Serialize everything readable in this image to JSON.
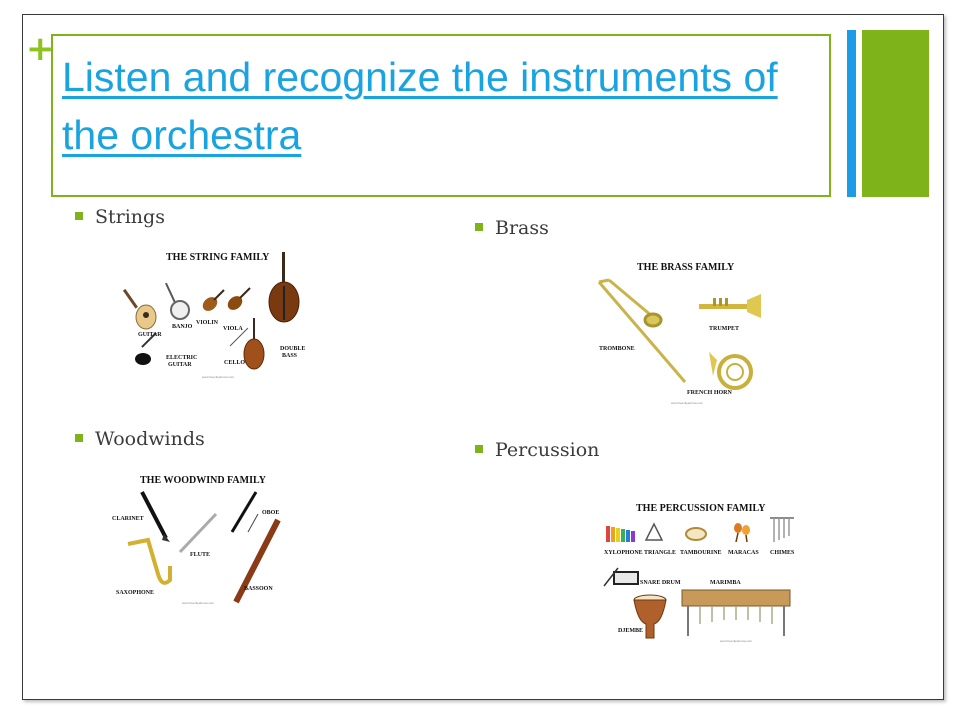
{
  "slide": {
    "plus": "+",
    "title": "Listen and recognize the instruments of the orchestra"
  },
  "sections": [
    {
      "label": "Strings",
      "image": {
        "title": "THE STRING FAMILY",
        "labels": [
          "GUITAR",
          "BANJO",
          "VIOLIN",
          "VIOLA",
          "ELECTRIC",
          "GUITAR",
          "CELLO",
          "DOUBLE",
          "BASS"
        ],
        "credit": "www.freeclipartnow.com"
      }
    },
    {
      "label": "Brass",
      "image": {
        "title": "THE BRASS FAMILY",
        "labels": [
          "TROMBONE",
          "TRUMPET",
          "FRENCH HORN"
        ],
        "credit": "www.freeclipartnow.com"
      }
    },
    {
      "label": "Woodwinds",
      "image": {
        "title": "THE WOODWIND FAMILY",
        "labels": [
          "CLARINET",
          "OBOE",
          "FLUTE",
          "SAXOPHONE",
          "BASSOON"
        ],
        "credit": "www.freeclipartnow.com"
      }
    },
    {
      "label": "Percussion",
      "image": {
        "title": "THE PERCUSSION FAMILY",
        "labels": [
          "XYLOPHONE",
          "TRIANGLE",
          "TAMBOURINE",
          "MARACAS",
          "CHIMES",
          "SNARE DRUM",
          "MARIMBA",
          "DJEMBE"
        ],
        "credit": "www.freeclipartnow.com"
      }
    }
  ],
  "colors": {
    "accent_green": "#7fb31a",
    "accent_blue": "#1e9be6",
    "title_link": "#19a3e0"
  }
}
